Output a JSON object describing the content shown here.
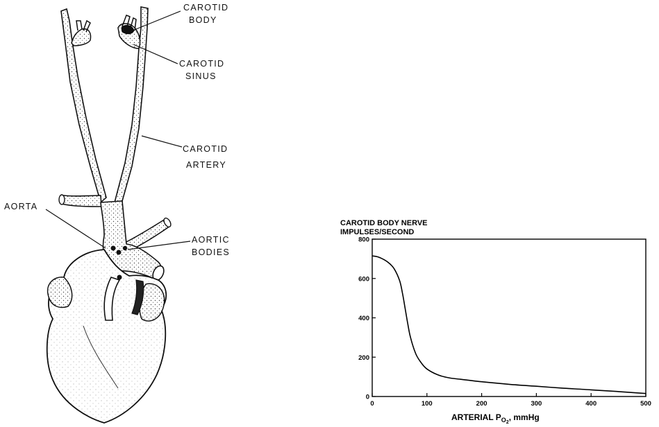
{
  "diagram": {
    "labels": {
      "carotid_body": [
        "CAROTID",
        "BODY"
      ],
      "carotid_sinus": [
        "CAROTID",
        "SINUS"
      ],
      "carotid_artery": [
        "CAROTID",
        "ARTERY"
      ],
      "aorta": "AORTA",
      "aortic_bodies": [
        "AORTIC",
        "BODIES"
      ]
    }
  },
  "chart_data": {
    "type": "line",
    "title": "CAROTID BODY NERVE",
    "ylabel": "IMPULSES/SECOND",
    "xlabel_main": "ARTERIAL P",
    "xlabel_sub": "O",
    "xlabel_subsub": "2",
    "xlabel_unit": ", mmHg",
    "xlim": [
      0,
      500
    ],
    "ylim": [
      0,
      800
    ],
    "xticks": [
      0,
      100,
      200,
      300,
      400,
      500
    ],
    "yticks": [
      0,
      200,
      400,
      600,
      800
    ],
    "series": [
      {
        "x": [
          0,
          10,
          20,
          30,
          40,
          50,
          55,
          60,
          65,
          70,
          80,
          90,
          100,
          120,
          140,
          160,
          200,
          250,
          300,
          350,
          400,
          450,
          500
        ],
        "values": [
          715,
          710,
          698,
          680,
          650,
          590,
          530,
          450,
          370,
          300,
          215,
          170,
          140,
          110,
          95,
          88,
          75,
          62,
          52,
          42,
          34,
          25,
          15
        ]
      }
    ]
  }
}
